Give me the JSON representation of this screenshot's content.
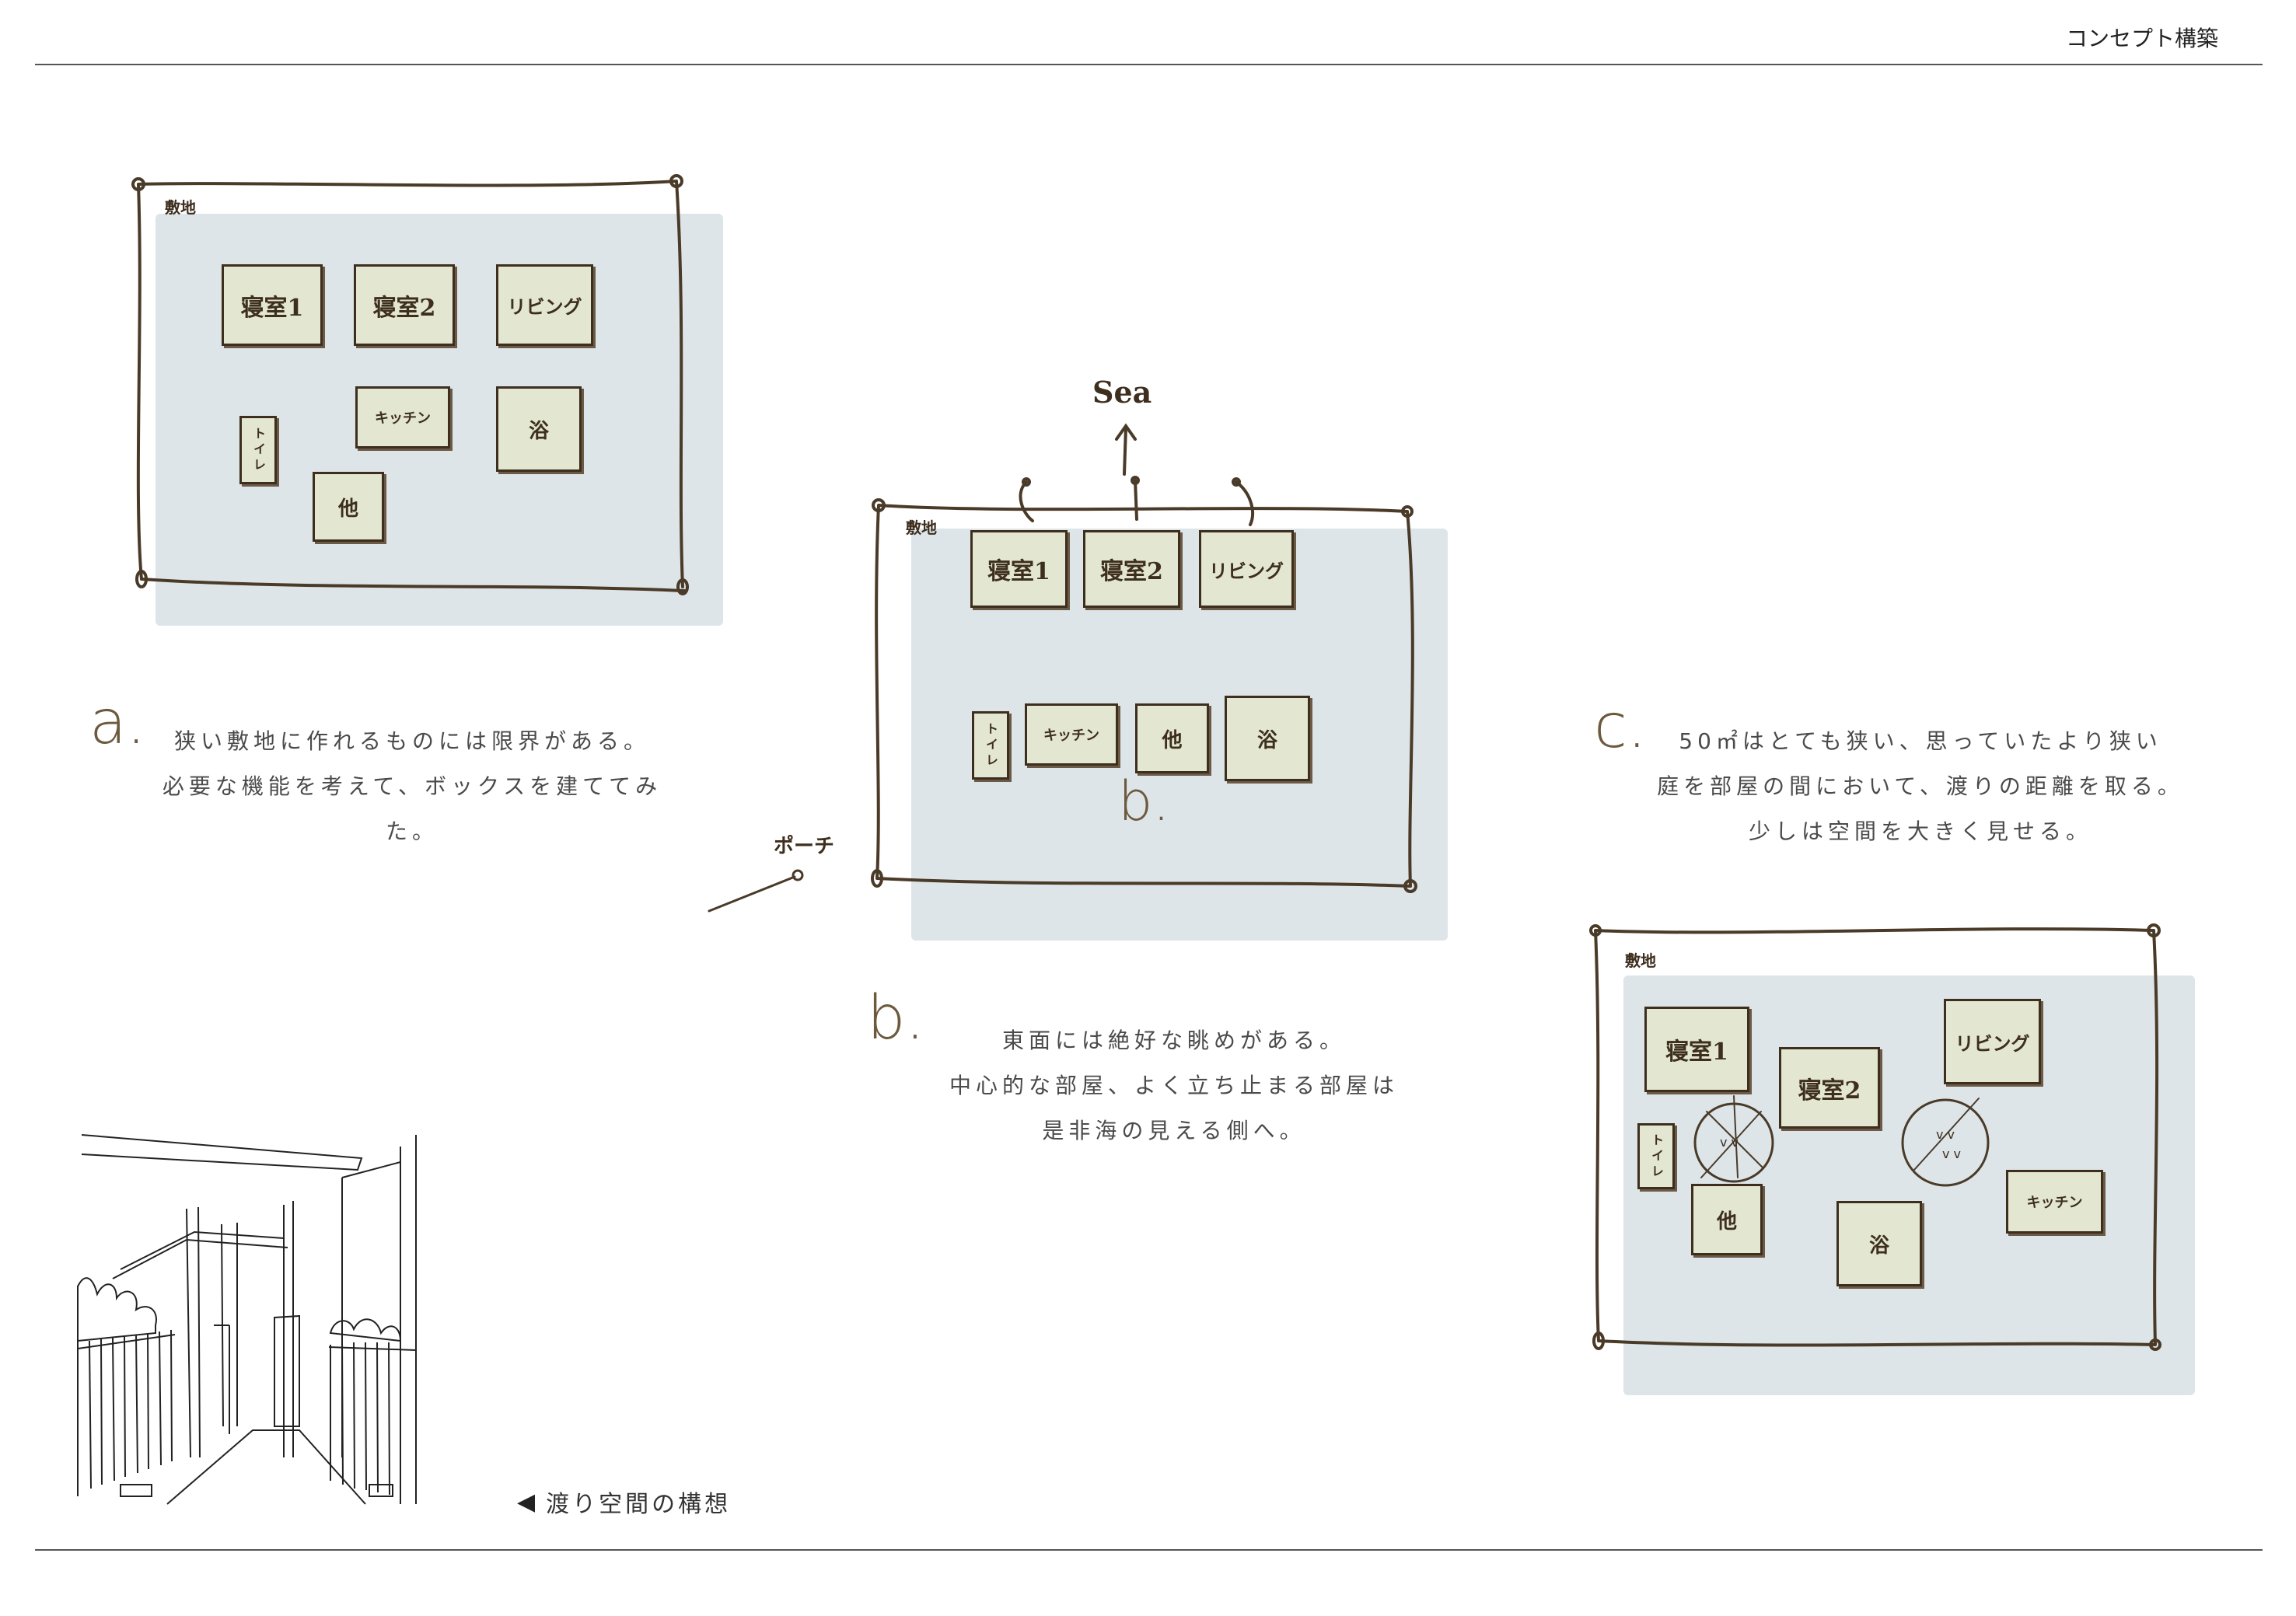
{
  "header": {
    "title": "コンセプト構築"
  },
  "site_label": "敷地",
  "rooms": {
    "bedroom1": "寝室1",
    "bedroom2": "寝室2",
    "living": "リビング",
    "kitchen": "キッチン",
    "bath": "浴",
    "toilet": "トイレ",
    "other": "他"
  },
  "section_a": {
    "letter": "a.",
    "lines": [
      "狭い敷地に作れるものには限界がある。",
      "必要な機能を考えて、ボックスを建ててみた。"
    ]
  },
  "section_b": {
    "letter": "b.",
    "inner_letter": "b.",
    "sea_label": "Sea",
    "porch_label": "ポーチ",
    "lines": [
      "東面には絶好な眺めがある。",
      "中心的な部屋、よく立ち止まる部屋は",
      "是非海の見える側へ。"
    ]
  },
  "section_c": {
    "letter": "c.",
    "lines": [
      "50㎡はとても狭い、思っていたより狭い",
      "庭を部屋の間において、渡りの距離を取る。",
      "少しは空間を大きく見せる。"
    ]
  },
  "sketch_caption": "渡り空間の構想",
  "colors": {
    "wash": "#dde5e9",
    "room_fill": "#e3e6d0",
    "ink": "#3d2e1e",
    "letter": "#6d5a3e"
  }
}
